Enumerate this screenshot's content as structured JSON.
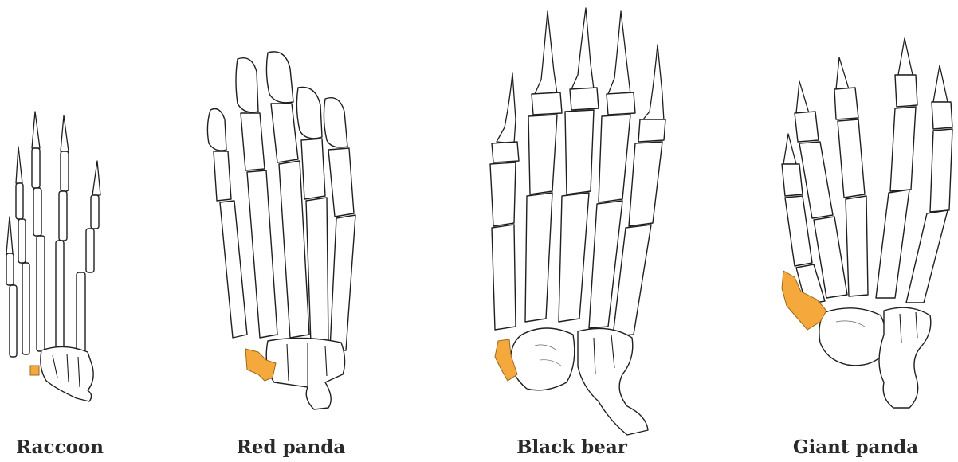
{
  "panels": [
    {
      "id": "raccoon",
      "label": "Raccoon"
    },
    {
      "id": "red-panda",
      "label": "Red panda"
    },
    {
      "id": "black-bear",
      "label": "Black bear"
    },
    {
      "id": "giant-panda",
      "label": "Giant panda"
    }
  ],
  "colors": {
    "highlight_sesamoid": "#f5a83c",
    "bone_outline": "#1f1f1f",
    "bone_fill": "#ffffff",
    "label_text": "#2a2a2a",
    "background": "#ffffff"
  }
}
